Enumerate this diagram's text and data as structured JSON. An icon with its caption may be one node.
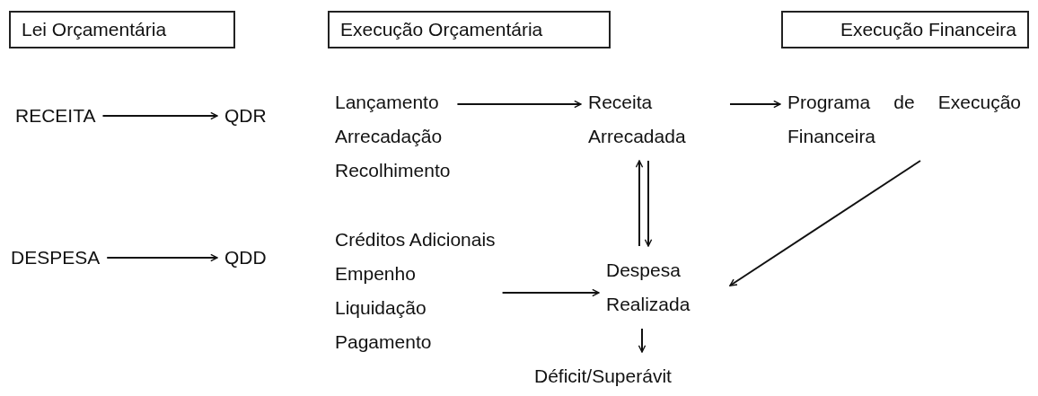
{
  "diagram": {
    "nodes": [
      {
        "text": [
          "Lei Orçamentária"
        ]
      },
      {
        "text": [
          "Execução Orçamentária"
        ]
      },
      {
        "text": [
          "Execução Financeira"
        ]
      },
      {
        "text": [
          "RECEITA"
        ]
      },
      {
        "text": [
          "QDR"
        ]
      },
      {
        "text": [
          "DESPESA"
        ]
      },
      {
        "text": [
          "QDD"
        ]
      },
      {
        "text": [
          "Lançamento",
          "Arrecadação",
          "Recolhimento"
        ]
      },
      {
        "text": [
          "Receita Arrecadada"
        ]
      },
      {
        "text": [
          "Programa de Execução Financeira"
        ]
      },
      {
        "text": [
          "Créditos Adicionais",
          "Empenho",
          "Liquidação",
          "Pagamento"
        ]
      },
      {
        "text": [
          "Despesa Realizada"
        ]
      },
      {
        "text": [
          "Déficit/Superávit"
        ]
      }
    ],
    "edges": [
      {
        "from": 3,
        "to": 4,
        "arrow": "to"
      },
      {
        "from": 5,
        "to": 6,
        "arrow": "to"
      },
      {
        "from": 7,
        "to": 8,
        "arrow": "to"
      },
      {
        "from": 8,
        "to": 9,
        "arrow": "to"
      },
      {
        "from": 11,
        "to": 8,
        "arrow": "to"
      },
      {
        "from": 8,
        "to": 11,
        "arrow": "to"
      },
      {
        "from": 9,
        "to": 11,
        "arrow": "to"
      },
      {
        "from": 10,
        "to": 11,
        "arrow": "to"
      },
      {
        "from": 11,
        "to": 12,
        "arrow": "to"
      }
    ]
  }
}
